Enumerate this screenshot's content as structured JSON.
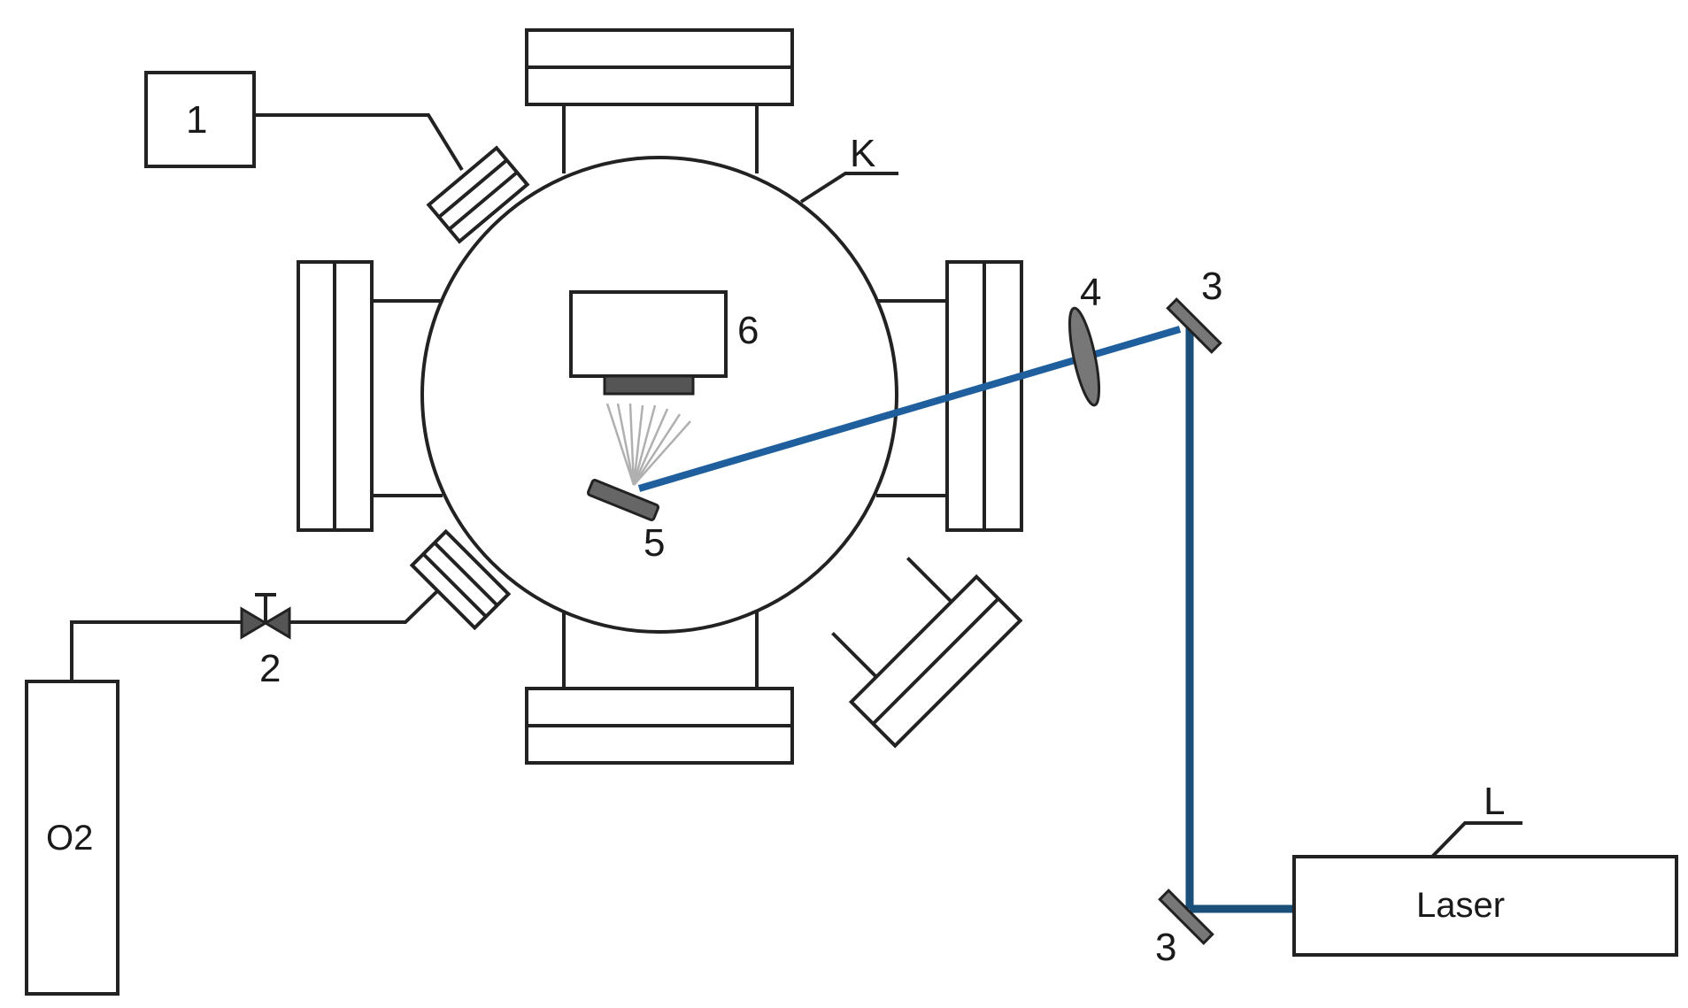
{
  "labels": {
    "chamber": "K",
    "pressure_gauge": "1",
    "valve": "2",
    "mirror_top": "3",
    "mirror_bottom": "3",
    "lens": "4",
    "target": "5",
    "substrate_holder": "6",
    "laser_tag": "L",
    "laser": "Laser",
    "gas_cylinder": "O2"
  },
  "colors": {
    "line": "#222222",
    "beam": "#1f5f9e",
    "beam_vertical": "#1a4f7a",
    "optics": "#777777",
    "plume": "#b0b0b0"
  }
}
